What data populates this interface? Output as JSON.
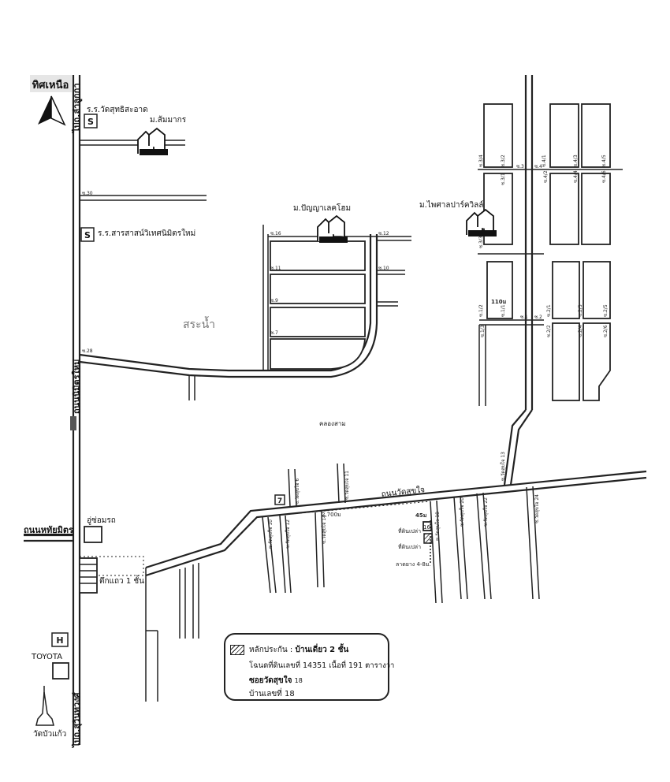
{
  "north": {
    "label": "ทิศเหนือ"
  },
  "roads": {
    "main_vertical": "ถนนนิมิตรใหม่",
    "top_left": "ไปถ.ลำลูกกา",
    "bottom_left": "ไปถ.สุวินทวงศ์",
    "left_branch": "ถนนหทัยมิตร",
    "wat_sukjai": "ถนนวัดสุขใจ"
  },
  "places": {
    "school1": "ร.ร.วัดสุทธิสะอาด",
    "school2": "ร.ร.สารสาสน์วิเทศนิมิตรใหม่",
    "school_symbol": "S",
    "village1": "ม.ส้มมากร",
    "village2": "ม.ปัญญาเลคโฮม",
    "village3": "ม.ไพศาลปาร์ควิลล์",
    "pond": "สระน้ำ",
    "canal": "คลองสาม",
    "garage": "อู่ซ่อมรถ",
    "shophouse": "ตึกแถว 1 ชั้น",
    "toyota": "TOYOTA",
    "temple": "วัดบัวแก้ว",
    "seven_eleven": "7",
    "empty_land1": "ที่ดินเปล่า",
    "empty_land2": "ที่ดินเปล่า",
    "paved_road": "ลาดยาง 4-8ม."
  },
  "measurements": {
    "dist_2700": "2,700ม",
    "dist_45": "45ม",
    "plot_16": "16",
    "dist_110": "110ม"
  },
  "sois": {
    "s30": "ซ.30",
    "s28": "ซ.28",
    "s16": "ซ.16",
    "s12": "ซ.12",
    "s11": "ซ.11",
    "s10": "ซ.10",
    "s9": "ซ.9",
    "s7": "ซ.7",
    "s3": "ซ.3",
    "s4": "ซ.4",
    "s1": "ซ.1",
    "s2": "ซ.2",
    "s3_4": "ซ.3/4",
    "s3_2": "ซ.3/2",
    "s3_3": "ซ.3/3",
    "s3_1": "ซ.3/1",
    "s4_1": "ซ.4/1",
    "s4_2": "ซ.4/2",
    "s4_3": "ซ.4/3",
    "s4_4": "ซ.4/4",
    "s4_5": "ซ.4/5",
    "s4_6": "ซ.4/6",
    "s1_2": "ซ.1/2",
    "s1_1": "ซ.1/1",
    "s1_3": "ซ.1/3",
    "s2_1": "ซ.2/1",
    "s2_2": "ซ.2/2",
    "s2_3": "ซ.2/3",
    "s2_4": "ซ.2/4",
    "s2_5": "ซ.2/5",
    "s2_6": "ซ.2/6",
    "sj6": "ซ.วัดสุขใจ 6",
    "sj11": "ซ.วัดสุขใจ 11",
    "sj10": "ซ.วัดสุขใจ 10",
    "sj12": "ซ.วัดสุขใจ 12",
    "sj14": "ซ.วัดสุขใจ 14",
    "sj18": "ซ.วัดสุขใจ 18",
    "sj20": "ซ.วัดสุขใจ 20",
    "sj22": "ซ.วัดสุขใจ 22",
    "sj24": "ซ.วัดสุขใจ 24",
    "sj13": "ซ.วัดสุขใจ 13"
  },
  "legend": {
    "collateral_label": "หลักประกัน :",
    "collateral_type": "บ้านเดี่ยว 2 ชั้น",
    "deed": "โฉนดที่ดินเลขที่ 14351 เนื้อที่ 191 ตารางวา",
    "soi_label": "ซอยวัดสุขใจ",
    "soi_number": "18",
    "house_no": "บ้านเลขที่ 18"
  },
  "colors": {
    "ink": "#222222",
    "paper": "#ffffff",
    "pond_text": "#777777"
  }
}
